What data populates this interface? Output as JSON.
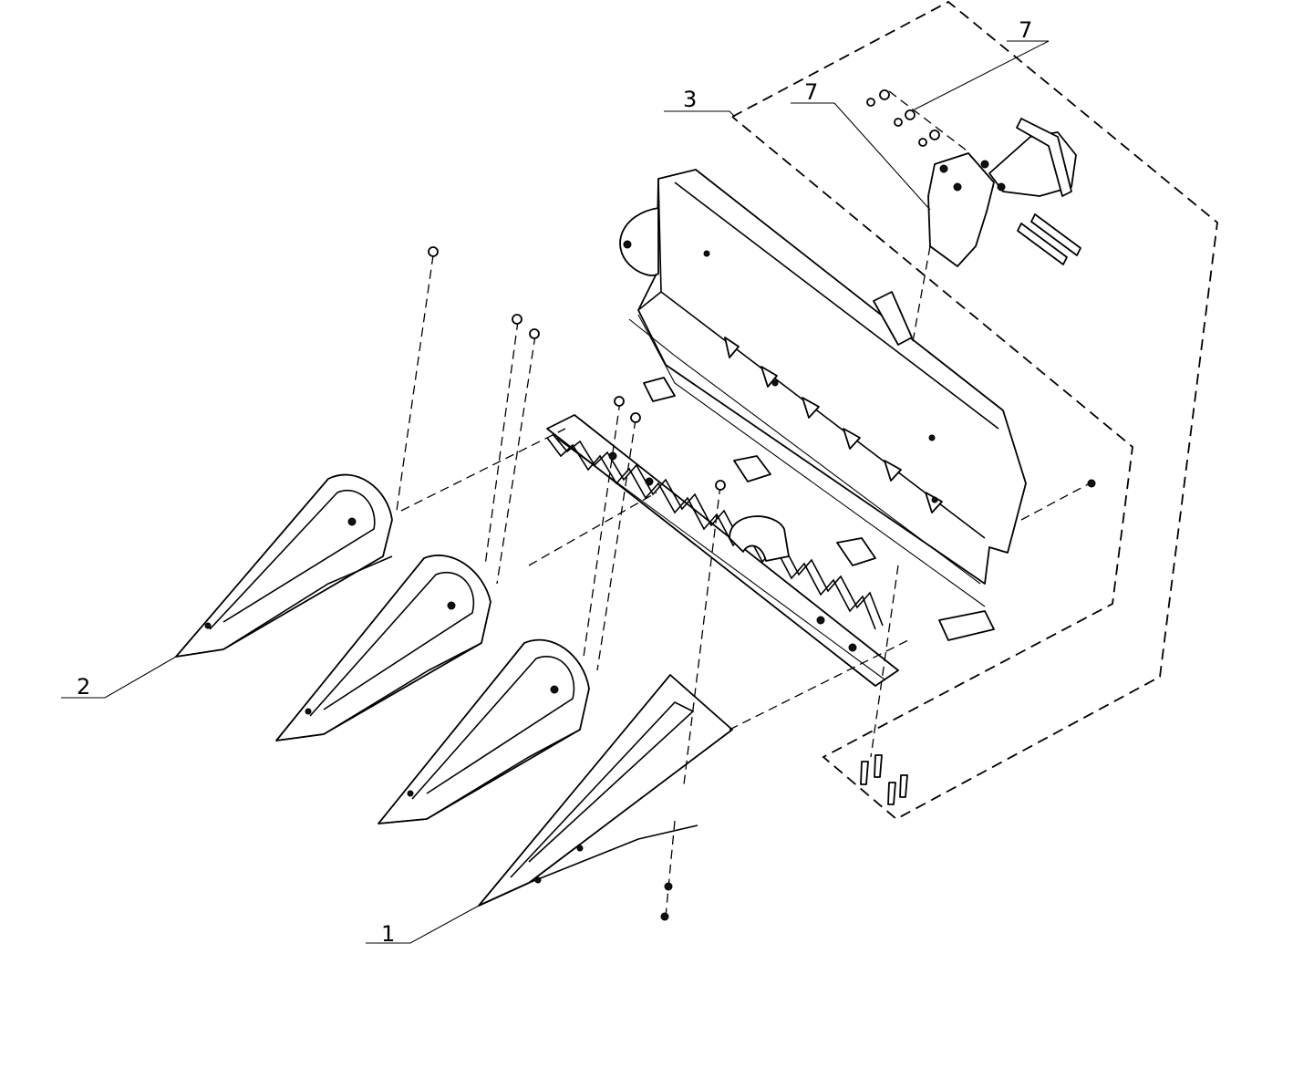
{
  "callouts": [
    {
      "id": "c1",
      "label": "1"
    },
    {
      "id": "c2",
      "label": "2"
    },
    {
      "id": "c3",
      "label": "3"
    },
    {
      "id": "c7a",
      "label": "7"
    },
    {
      "id": "c7b",
      "label": "7"
    }
  ]
}
